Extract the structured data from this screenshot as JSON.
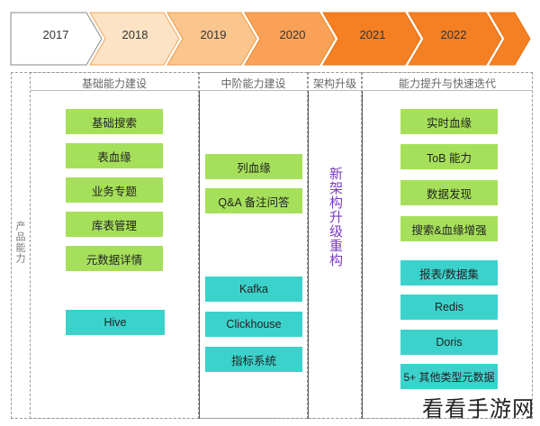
{
  "timeline": {
    "years": [
      "2017",
      "2018",
      "2019",
      "2020",
      "2021",
      "2022"
    ],
    "colors": [
      "#ffffff",
      "#fde3c6",
      "#fbc58e",
      "#f9a257",
      "#f57f23",
      "#f57f23"
    ]
  },
  "left_label": "产品能力",
  "sections": {
    "basic": "基础能力建设",
    "mid": "中阶能力建设",
    "arch": "架构升级",
    "upgrade": "能力提升与快速迭代"
  },
  "basic_items": [
    "基础搜索",
    "表血缘",
    "业务专题",
    "库表管理",
    "元数据详情"
  ],
  "basic_tech": [
    "Hive"
  ],
  "mid_items": [
    "列血缘",
    "Q&A 备注问答"
  ],
  "mid_tech": [
    "Kafka",
    "Clickhouse",
    "指标系统"
  ],
  "arch_text": "新架构升级重构",
  "upgrade_items": [
    "实时血缘",
    "ToB 能力",
    "数据发现",
    "搜索&血缘增强"
  ],
  "upgrade_tech": [
    "报表/数据集",
    "Redis",
    "Doris",
    "5+ 其他类型元数据"
  ],
  "watermark": "看看手游网"
}
